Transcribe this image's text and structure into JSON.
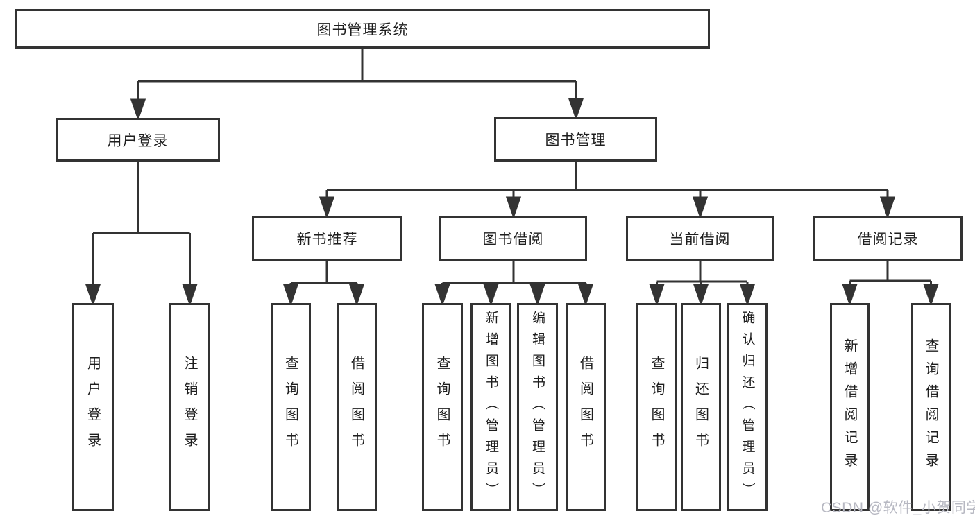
{
  "diagram": {
    "colors": {
      "line": "#333333",
      "text": "#1e1e1e",
      "background": "#ffffff",
      "watermark": "#b7b8c2"
    },
    "watermark": "CSDN @软件_小贺同学",
    "nodes": {
      "root": "图书管理系统",
      "user_login": "用户登录",
      "book_mgmt": "图书管理",
      "new_book_rec": "新书推荐",
      "book_borrow": "图书借阅",
      "current_borrow": "当前借阅",
      "borrow_records": "借阅记录",
      "leaf_user_login": "用户登录",
      "leaf_logout": "注销登录",
      "nb_query": "查询图书",
      "nb_borrow": "借阅图书",
      "bb_query": "查询图书",
      "bb_add": "新增图书（管理员）",
      "bb_edit": "编辑图书（管理员）",
      "bb_borrow": "借阅图书",
      "cb_query": "查询图书",
      "cb_return": "归还图书",
      "cb_confirm": "确认归还（管理员）",
      "br_add": "新增借阅记录",
      "br_query": "查询借阅记录"
    },
    "hierarchy": {
      "图书管理系统": {
        "用户登录": [
          "用户登录",
          "注销登录"
        ],
        "图书管理": {
          "新书推荐": [
            "查询图书",
            "借阅图书"
          ],
          "图书借阅": [
            "查询图书",
            "新增图书（管理员）",
            "编辑图书（管理员）",
            "借阅图书"
          ],
          "当前借阅": [
            "查询图书",
            "归还图书",
            "确认归还（管理员）"
          ],
          "借阅记录": [
            "新增借阅记录",
            "查询借阅记录"
          ]
        }
      }
    }
  }
}
